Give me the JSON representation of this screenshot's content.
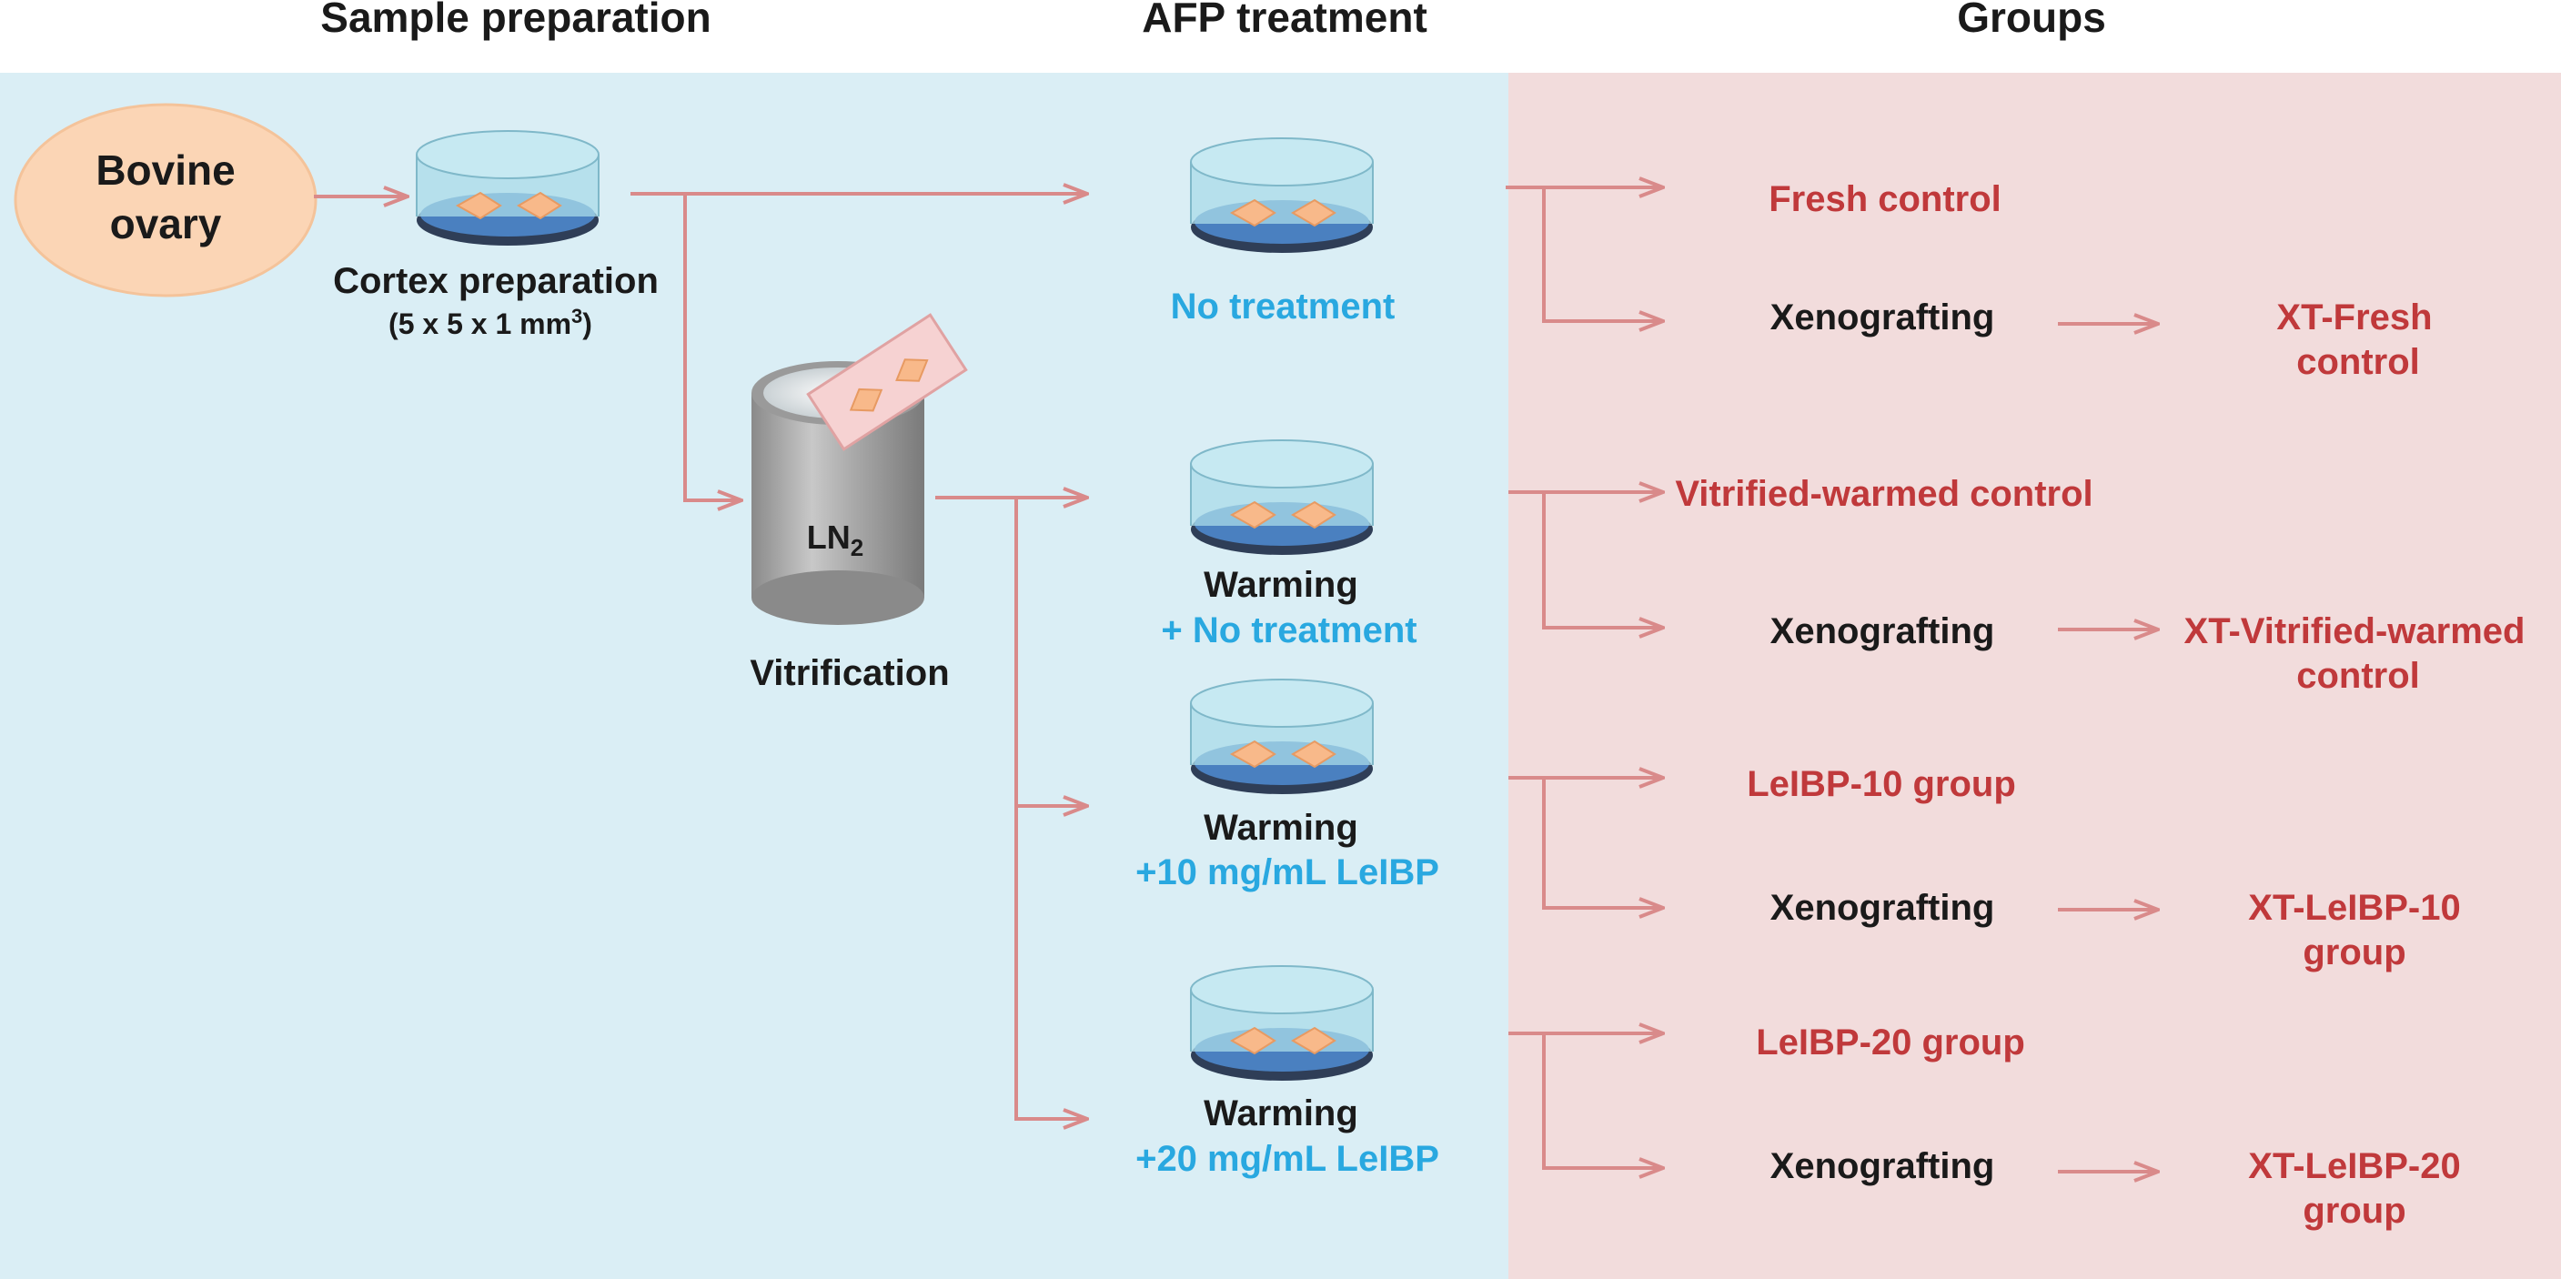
{
  "headers": {
    "sample_preparation": "Sample preparation",
    "afp_treatment": "AFP treatment",
    "groups": "Groups"
  },
  "sample": {
    "bovine_line1": "Bovine",
    "bovine_line2": "ovary",
    "cortex_label": "Cortex preparation",
    "cortex_dims": "(5 x 5 x 1 mm",
    "cortex_dims_sup": "3",
    "cortex_dims_end": ")",
    "ln_label": "LN",
    "ln_sub": "2",
    "vitrification": "Vitrification"
  },
  "treatments": [
    {
      "line1": "",
      "line2": "No treatment"
    },
    {
      "line1": "Warming",
      "line2": "+ No treatment"
    },
    {
      "line1": "Warming",
      "line2": "+10 mg/mL LeIBP"
    },
    {
      "line1": "Warming",
      "line2": "+20 mg/mL LeIBP"
    }
  ],
  "groups": [
    {
      "control": "Fresh control",
      "xeno": "Xenografting",
      "xt_line1": "XT-Fresh",
      "xt_line2": "control"
    },
    {
      "control": "Vitrified-warmed control",
      "xeno": "Xenografting",
      "xt_line1": "XT-Vitrified-warmed",
      "xt_line2": "control"
    },
    {
      "control": "LeIBP-10 group",
      "xeno": "Xenografting",
      "xt_line1": "XT-LeIBP-10",
      "xt_line2": "group"
    },
    {
      "control": "LeIBP-20 group",
      "xeno": "Xenografting",
      "xt_line1": "XT-LeIBP-20",
      "xt_line2": "group"
    }
  ],
  "colors": {
    "left_panel": "#daeef5",
    "right_panel": "#f2dcdc",
    "arrow": "#d98a8a",
    "treatment_text": "#29a8e0",
    "group_text": "#c0393b",
    "ovary_fill": "#fbd5b5",
    "tissue": "#f8b98a"
  }
}
